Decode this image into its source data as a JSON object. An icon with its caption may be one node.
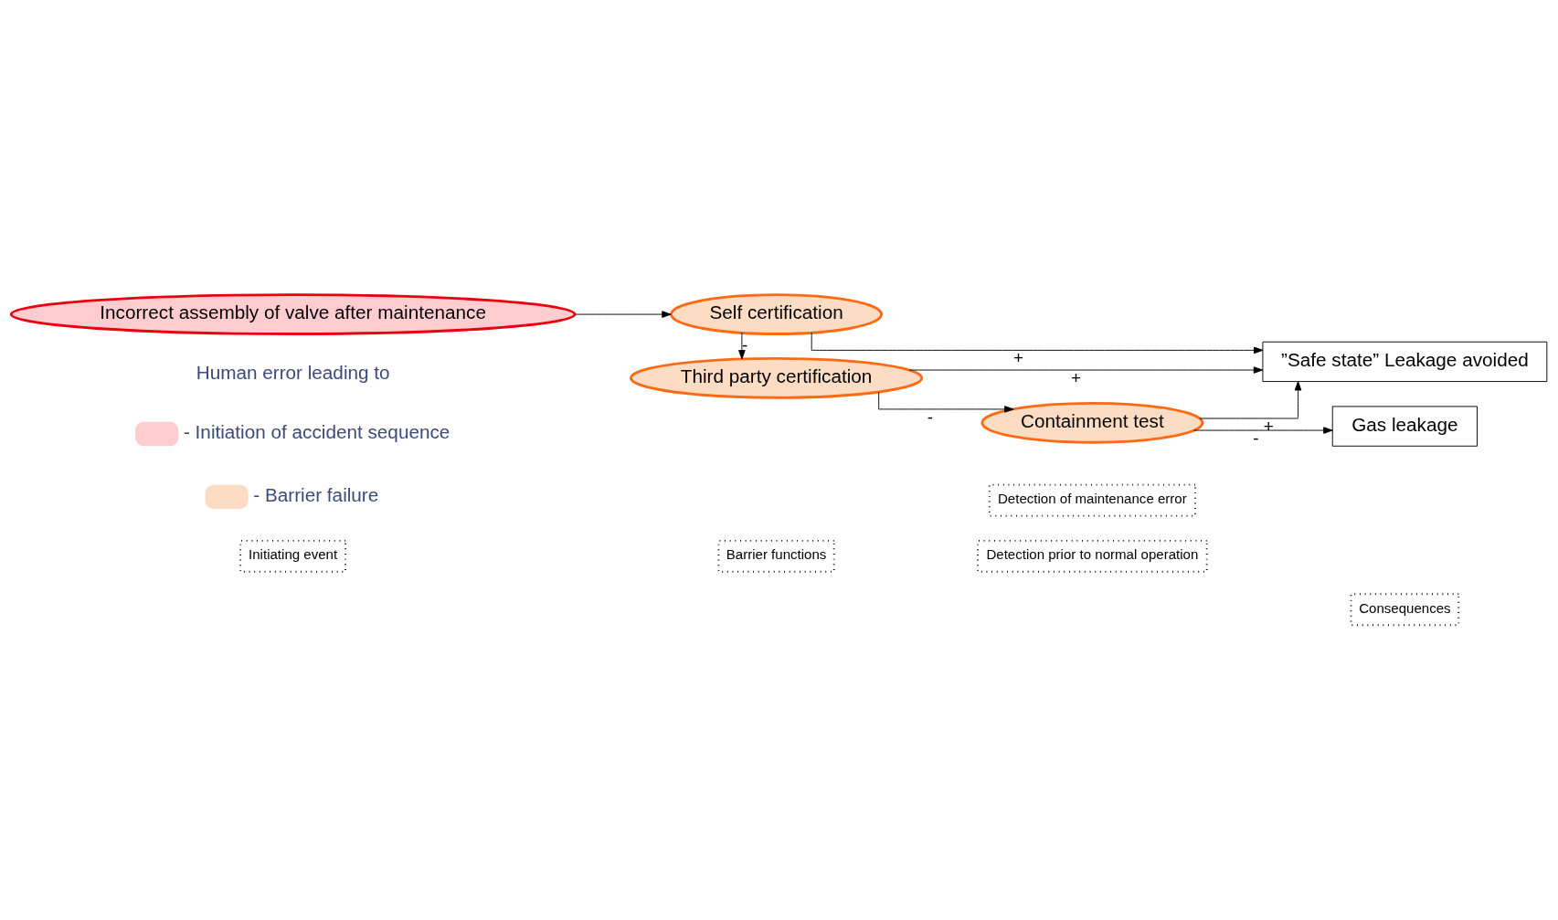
{
  "diagram": {
    "nodes": [
      {
        "text": [
          "Initiating event"
        ]
      },
      {
        "text": [
          "Barrier functions"
        ]
      },
      {
        "text": [
          "Detection of maintenance error"
        ]
      },
      {
        "text": [
          "Detection prior to normal operation"
        ]
      },
      {
        "text": [
          "Consequences"
        ]
      },
      {
        "text": [
          "Incorrect assembly of valve after maintenance"
        ]
      },
      {
        "text": [
          "Self certification"
        ]
      },
      {
        "text": [
          "Third party certification"
        ]
      },
      {
        "text": [
          "Containment test"
        ]
      },
      {
        "text": [
          "”Safe state” Leakage avoided"
        ]
      },
      {
        "text": [
          "Gas leakage"
        ]
      }
    ],
    "edges": [
      {
        "from": 5,
        "to": 6,
        "arrow": "to"
      },
      {
        "from": 6,
        "to": 9,
        "arrow": "to",
        "label": "+"
      },
      {
        "from": 6,
        "to": 7,
        "arrow": "to",
        "label": "-"
      },
      {
        "from": 7,
        "to": 9,
        "arrow": "to",
        "label": "+"
      },
      {
        "from": 8,
        "to": 9,
        "arrow": "to",
        "label": "+"
      },
      {
        "from": 7,
        "to": 8,
        "arrow": "to",
        "label": "-"
      },
      {
        "from": 8,
        "to": 10,
        "arrow": "to",
        "label": "-"
      }
    ],
    "labels": [
      "Human error leading to"
    ],
    "legend": [
      {
        "text": "- Initiation of accident sequence",
        "color": "#ffccd0"
      },
      {
        "text": "- Barrier failure",
        "color": "#fddcc4"
      }
    ]
  }
}
